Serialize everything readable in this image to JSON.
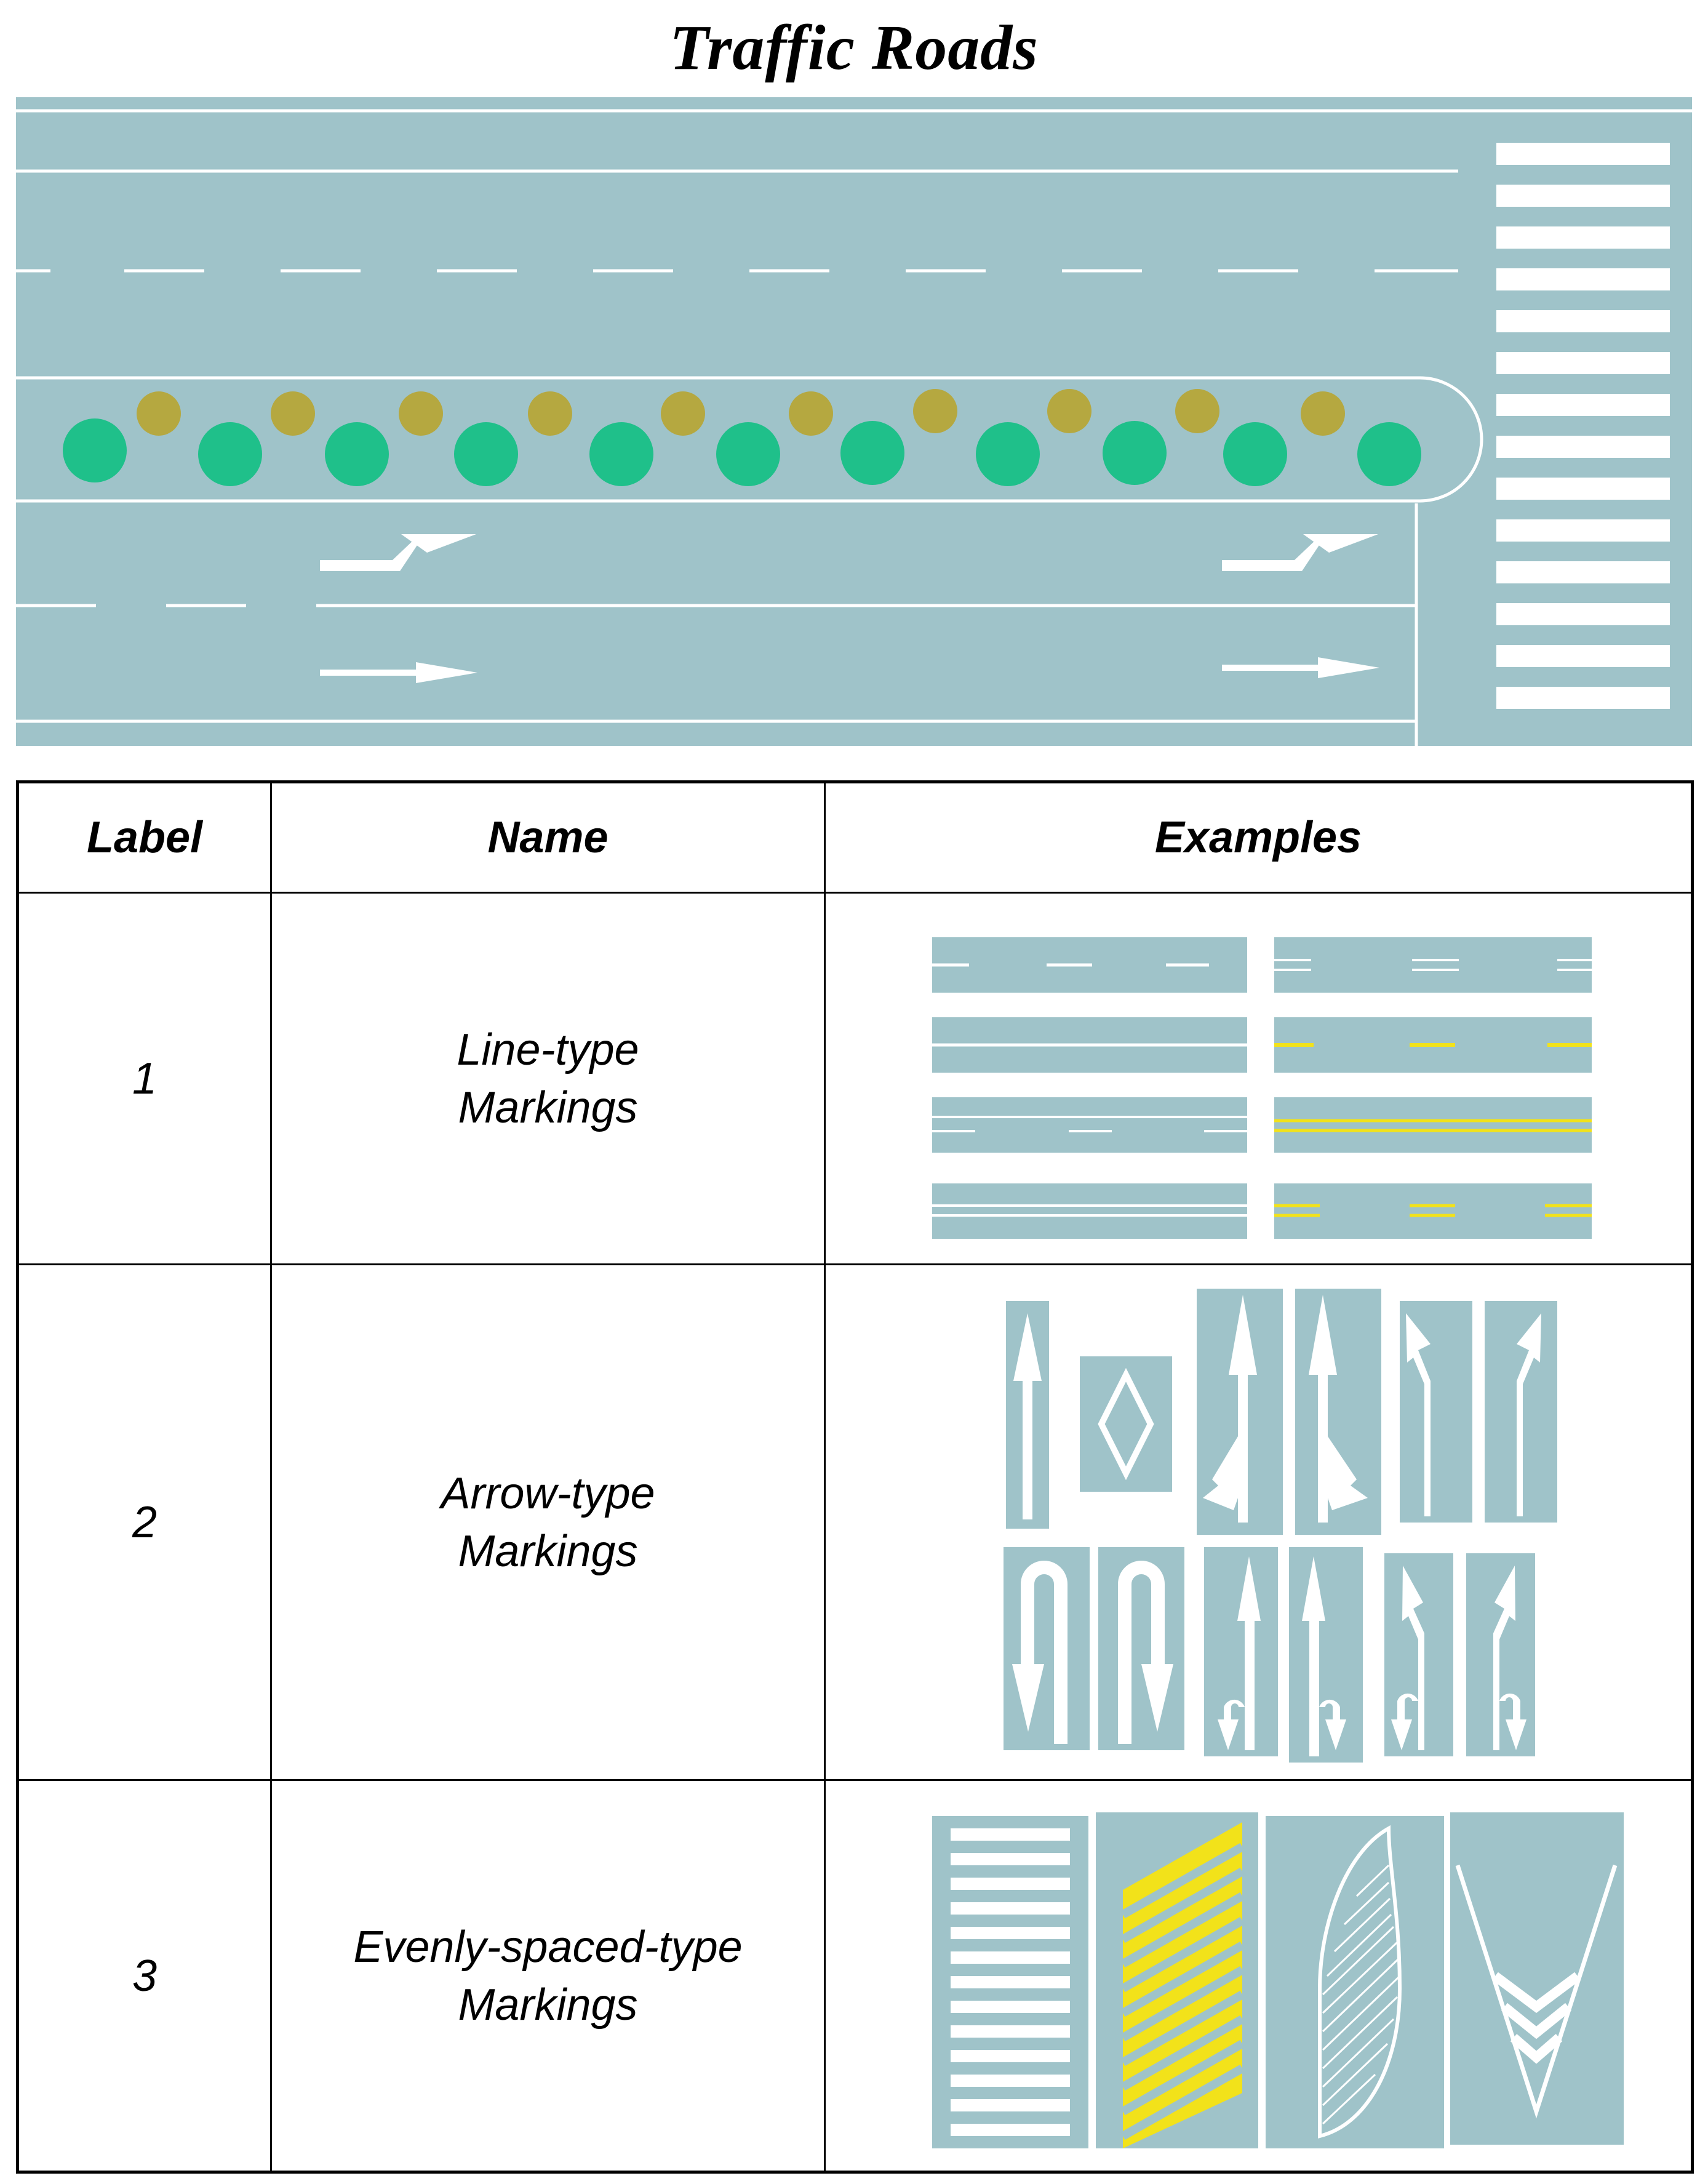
{
  "title": "Traffic Roads",
  "table": {
    "headers": [
      "Label",
      "Name",
      "Examples"
    ],
    "rows": [
      {
        "label": "1",
        "name_line1": "Line-type",
        "name_line2": "Markings"
      },
      {
        "label": "2",
        "name_line1": "Arrow-type",
        "name_line2": "Markings"
      },
      {
        "label": "3",
        "name_line1": "Evenly-spaced-type",
        "name_line2": "Markings"
      }
    ]
  },
  "colors": {
    "road": "#9fc3c9",
    "marking_white": "#ffffff",
    "marking_yellow": "#f2e21a",
    "tree_green": "#1fc08a",
    "shrub_olive": "#b5a840"
  }
}
